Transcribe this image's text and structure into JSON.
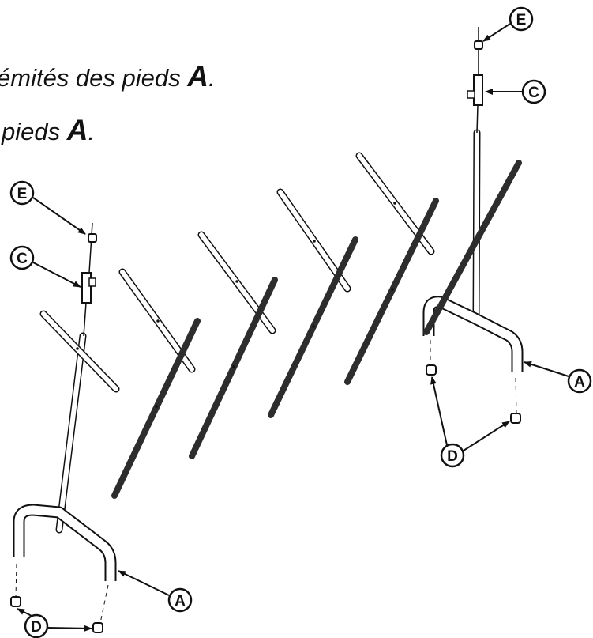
{
  "instructions": {
    "line1_text": "émités des pieds ",
    "line1_letter": "A",
    "line1_end": ".",
    "line2_text": "pieds ",
    "line2_letter": "A",
    "line2_end": "."
  },
  "callouts": {
    "left_e": "E",
    "left_c": "C",
    "left_a": "A",
    "left_d": "D",
    "right_e": "E",
    "right_c": "C",
    "right_a": "A",
    "right_d": "D"
  },
  "colors": {
    "ink": "#111111",
    "tube_dark": "#2d2d2d",
    "tube_light": "#ffffff"
  }
}
